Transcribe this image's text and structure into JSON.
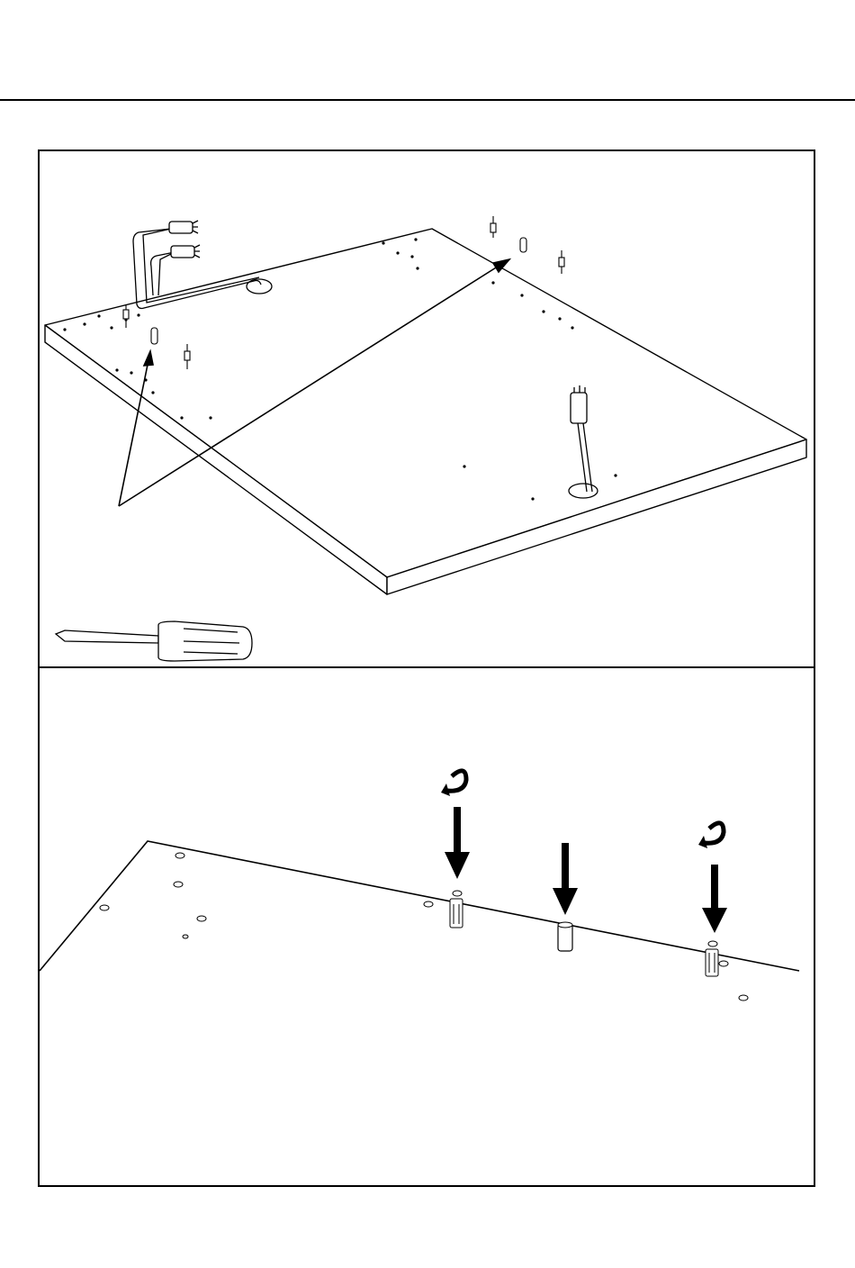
{
  "diagram": {
    "colors": {
      "line": "#000000",
      "background": "#ffffff",
      "board_fill": "#ffffff"
    },
    "top_panel": {
      "parts": [
        "wire-harness-left",
        "wire-harness-right",
        "dowel-pin",
        "cam-bolt",
        "screwdriver"
      ],
      "callout_arrows": 2
    },
    "bottom_panel": {
      "steps": [
        {
          "part": "cam-bolt",
          "action": "screw-in",
          "icon": "rotate-arrow-icon"
        },
        {
          "part": "dowel-pin",
          "action": "insert",
          "icon": "down-arrow-icon"
        },
        {
          "part": "cam-bolt",
          "action": "screw-in",
          "icon": "rotate-arrow-icon"
        }
      ]
    }
  }
}
